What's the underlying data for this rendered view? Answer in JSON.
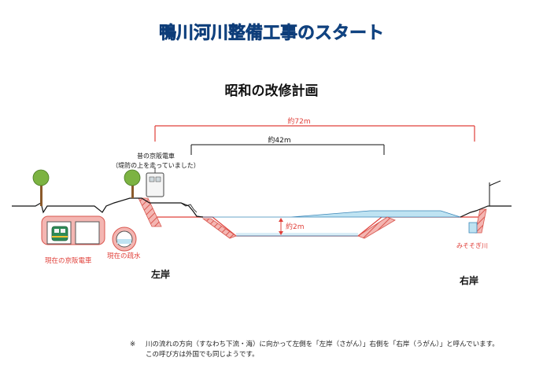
{
  "title": "鴨川河川整備工事のスタート",
  "subtitle": "昭和の改修計画",
  "dimensions": {
    "outer_width": "約72m",
    "inner_width": "約42m",
    "depth": "約2m"
  },
  "labels": {
    "old_train_line1": "昔の京阪電車",
    "old_train_line2": "（堤防の上を走っていました）",
    "current_train": "現在の京阪電車",
    "current_drain": "現在の疏水",
    "left_bank": "左岸",
    "right_bank": "右岸",
    "misosogi": "みそそぎ川"
  },
  "note": {
    "mark": "※",
    "line1": "川の流れの方向（すなわち下流・海）に向かって左側を「左岸（さがん）」右側を「右岸（うがん）」と呼んでいます。",
    "line2": "この呼び方は外国でも同じようです。"
  },
  "colors": {
    "title": "#1a5ea8",
    "dimension_red": "#e0403a",
    "planned_pink": "#f4b6b2",
    "water_blue": "#bfe3f2",
    "line": "#111111"
  }
}
